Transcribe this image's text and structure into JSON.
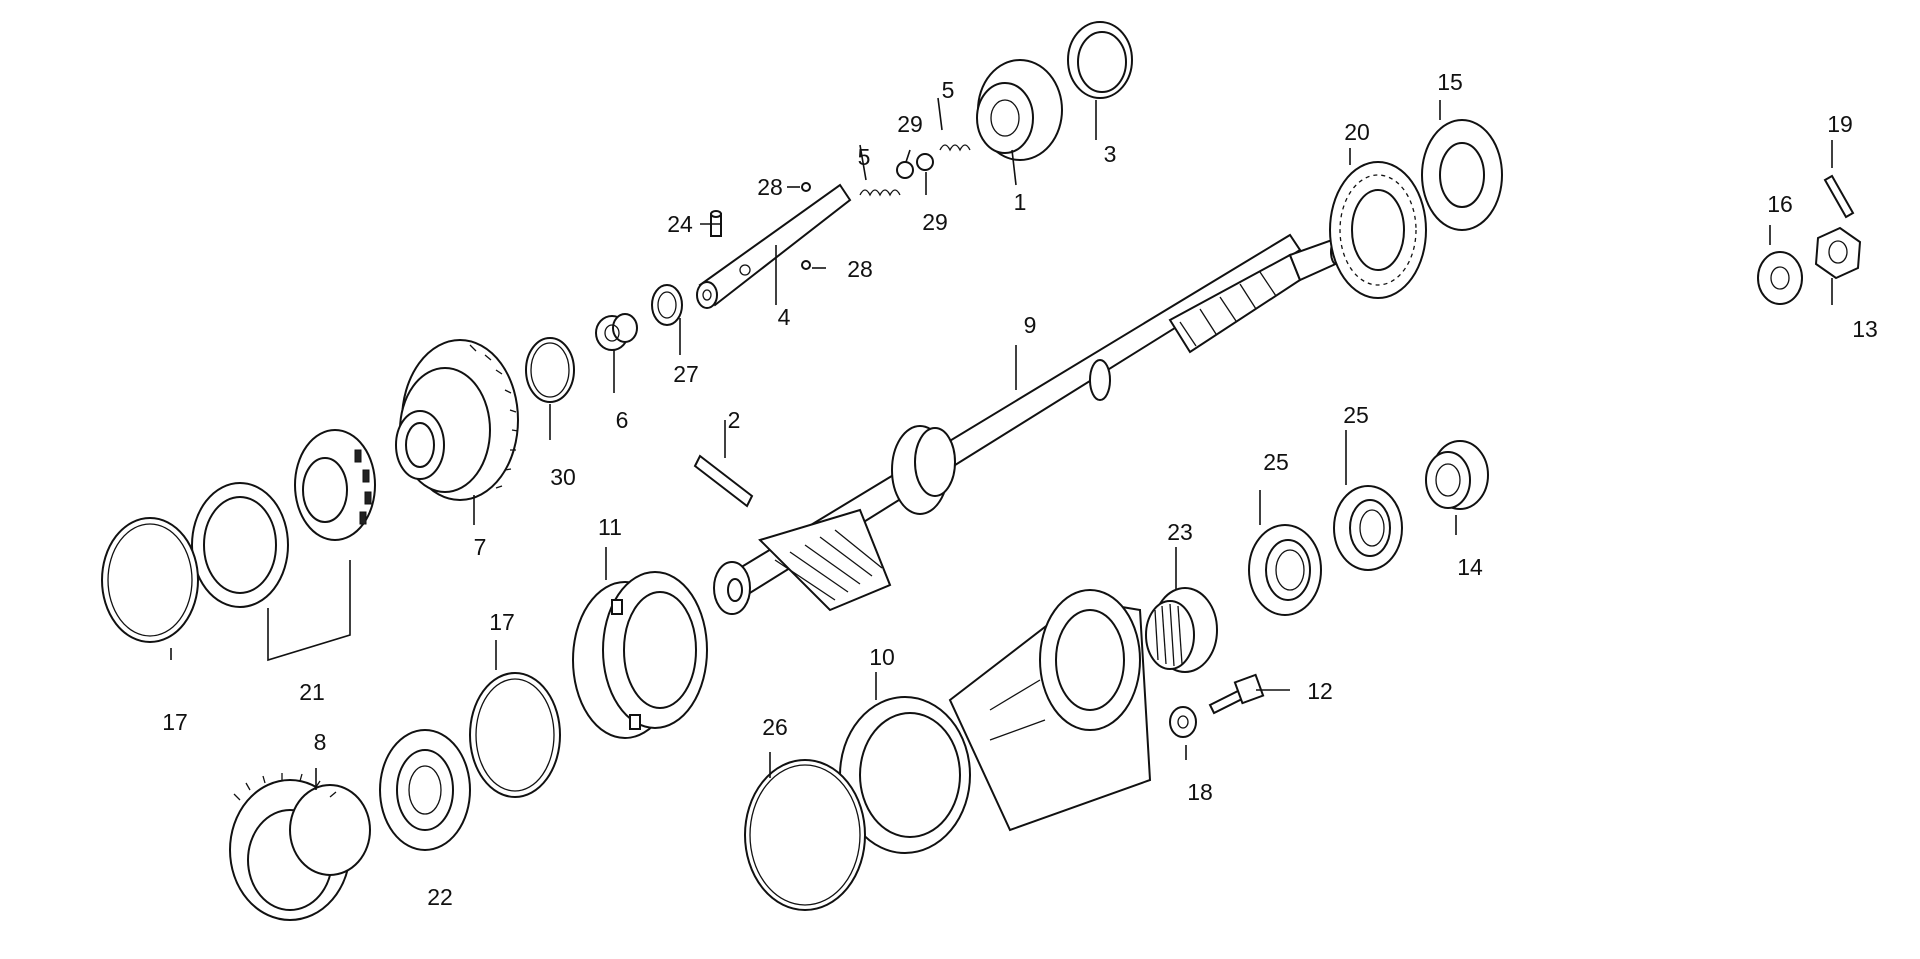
{
  "callouts": {
    "c1": "1",
    "c2": "2",
    "c3": "3",
    "c4": "4",
    "c5a": "5",
    "c5b": "5",
    "c6": "6",
    "c7": "7",
    "c8": "8",
    "c9": "9",
    "c10": "10",
    "c11": "11",
    "c12": "12",
    "c13": "13",
    "c14": "14",
    "c15": "15",
    "c16": "16",
    "c17a": "17",
    "c17b": "17",
    "c18": "18",
    "c19": "19",
    "c20": "20",
    "c21": "21",
    "c22": "22",
    "c23": "23",
    "c24": "24",
    "c25a": "25",
    "c25b": "25",
    "c26": "26",
    "c27": "27",
    "c28a": "28",
    "c28b": "28",
    "c29a": "29",
    "c29b": "29",
    "c30": "30"
  },
  "colors": {
    "ink": "#111111",
    "paper": "#ffffff"
  }
}
